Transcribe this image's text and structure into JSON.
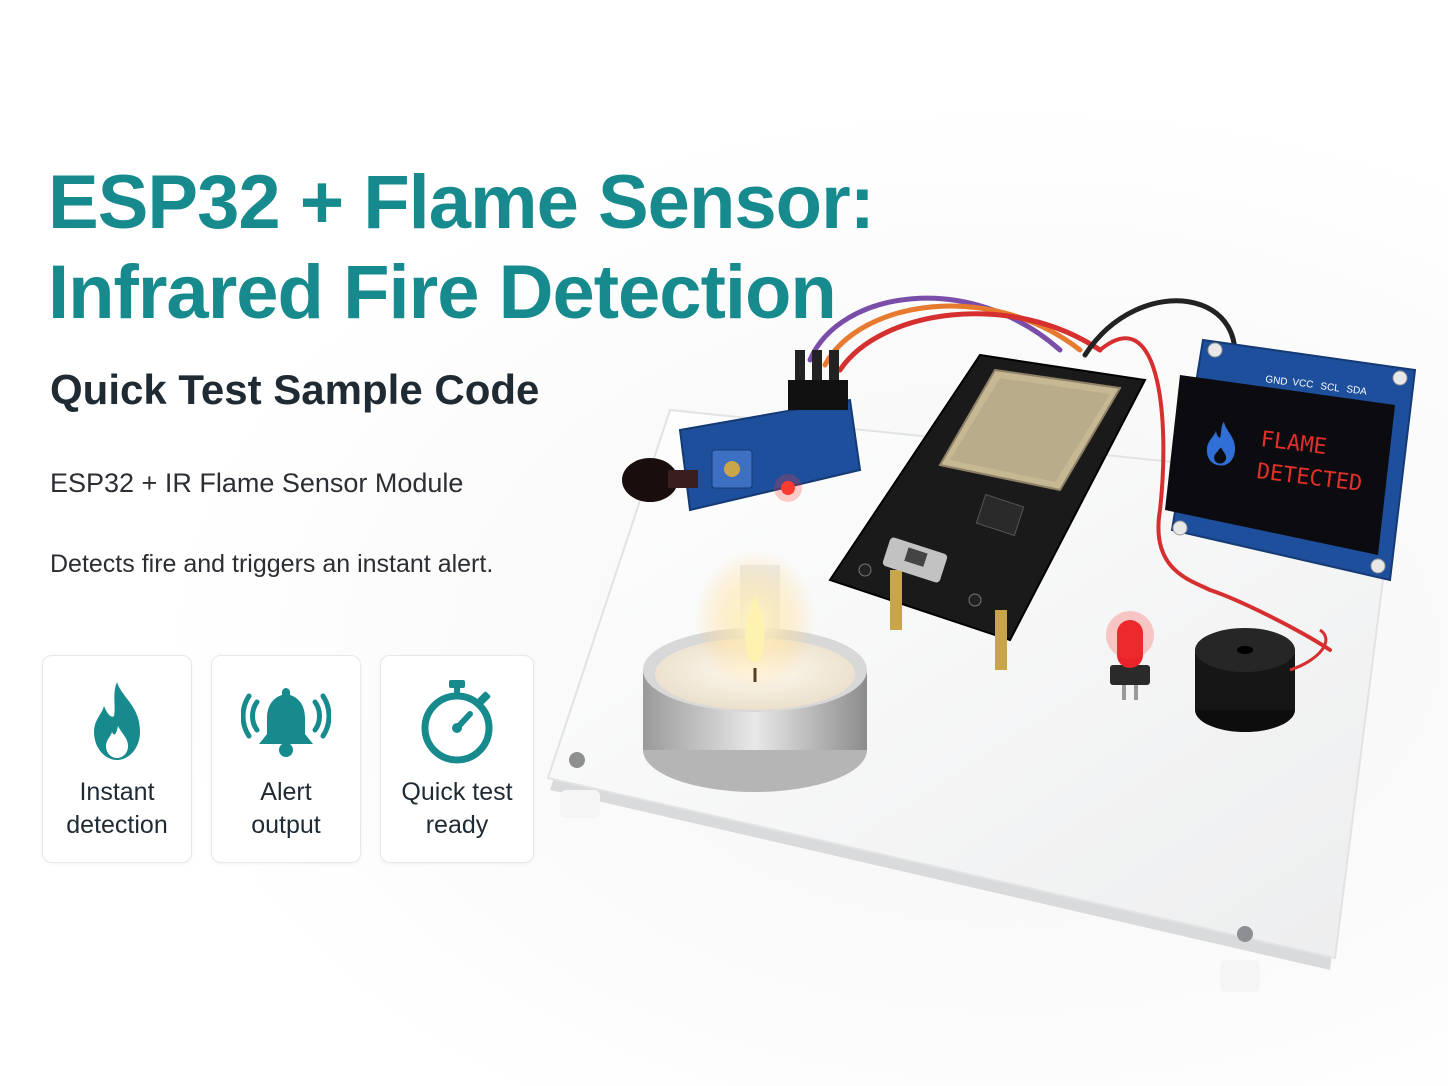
{
  "headline": {
    "line1": "ESP32 + Flame Sensor:",
    "line2": "Infrared Fire Detection"
  },
  "subtitle": "Quick Test Sample Code",
  "module_line": "ESP32 + IR Flame Sensor Module",
  "tagline": "Detects fire and triggers an instant alert.",
  "features": [
    {
      "icon": "flame-icon",
      "label_top": "Instant",
      "label_bottom": "detection"
    },
    {
      "icon": "bell-icon",
      "label_top": "Alert",
      "label_bottom": "output"
    },
    {
      "icon": "stopwatch-icon",
      "label_top": "Quick test",
      "label_bottom": "ready"
    }
  ],
  "oled": {
    "pins": [
      "GND",
      "VCC",
      "SCL",
      "SDA"
    ],
    "message_line1": "FLAME",
    "message_line2": "DETECTED"
  },
  "colors": {
    "accent": "#178a8d",
    "text_dark": "#1f2a33",
    "alert_red": "#e0302a",
    "pcb_blue": "#1d4f9c"
  }
}
